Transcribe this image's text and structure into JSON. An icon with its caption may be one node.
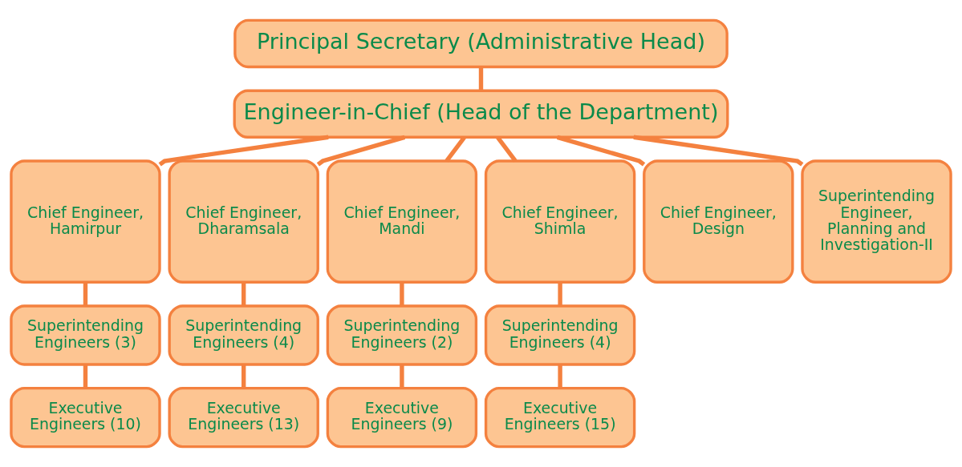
{
  "diagram": {
    "nodes": [
      {
        "text": [
          "Principal Secretary (Administrative Head)"
        ]
      },
      {
        "text": [
          "Engineer-in-Chief (Head of the Department)"
        ]
      },
      {
        "text": [
          "Chief Engineer, Hamirpur"
        ]
      },
      {
        "text": [
          "Chief Engineer, Dharamsala"
        ]
      },
      {
        "text": [
          "Chief Engineer, Mandi"
        ]
      },
      {
        "text": [
          "Chief Engineer, Shimla"
        ]
      },
      {
        "text": [
          "Chief Engineer, Design"
        ]
      },
      {
        "text": [
          "Superintending Engineer, Planning and Investigation-II"
        ]
      },
      {
        "text": [
          "Superintending Engineers (3)"
        ]
      },
      {
        "text": [
          "Superintending Engineers (4)"
        ]
      },
      {
        "text": [
          "Superintending Engineers (2)"
        ]
      },
      {
        "text": [
          "Superintending Engineers (4)"
        ]
      },
      {
        "text": [
          "Executive Engineers (10)"
        ]
      },
      {
        "text": [
          "Executive Engineers (13)"
        ]
      },
      {
        "text": [
          "Executive Engineers (9)"
        ]
      },
      {
        "text": [
          "Executive Engineers (15)"
        ]
      }
    ],
    "edges": [
      {
        "from": 0,
        "to": 1,
        "arrow": "none"
      },
      {
        "from": 1,
        "to": 2,
        "arrow": "none"
      },
      {
        "from": 1,
        "to": 3,
        "arrow": "none"
      },
      {
        "from": 1,
        "to": 4,
        "arrow": "none"
      },
      {
        "from": 1,
        "to": 5,
        "arrow": "none"
      },
      {
        "from": 1,
        "to": 6,
        "arrow": "none"
      },
      {
        "from": 1,
        "to": 7,
        "arrow": "none"
      },
      {
        "from": 2,
        "to": 8,
        "arrow": "none"
      },
      {
        "from": 3,
        "to": 9,
        "arrow": "none"
      },
      {
        "from": 4,
        "to": 10,
        "arrow": "none"
      },
      {
        "from": 5,
        "to": 11,
        "arrow": "none"
      },
      {
        "from": 8,
        "to": 12,
        "arrow": "none"
      },
      {
        "from": 9,
        "to": 13,
        "arrow": "none"
      },
      {
        "from": 10,
        "to": 14,
        "arrow": "none"
      },
      {
        "from": 11,
        "to": 15,
        "arrow": "none"
      }
    ]
  }
}
